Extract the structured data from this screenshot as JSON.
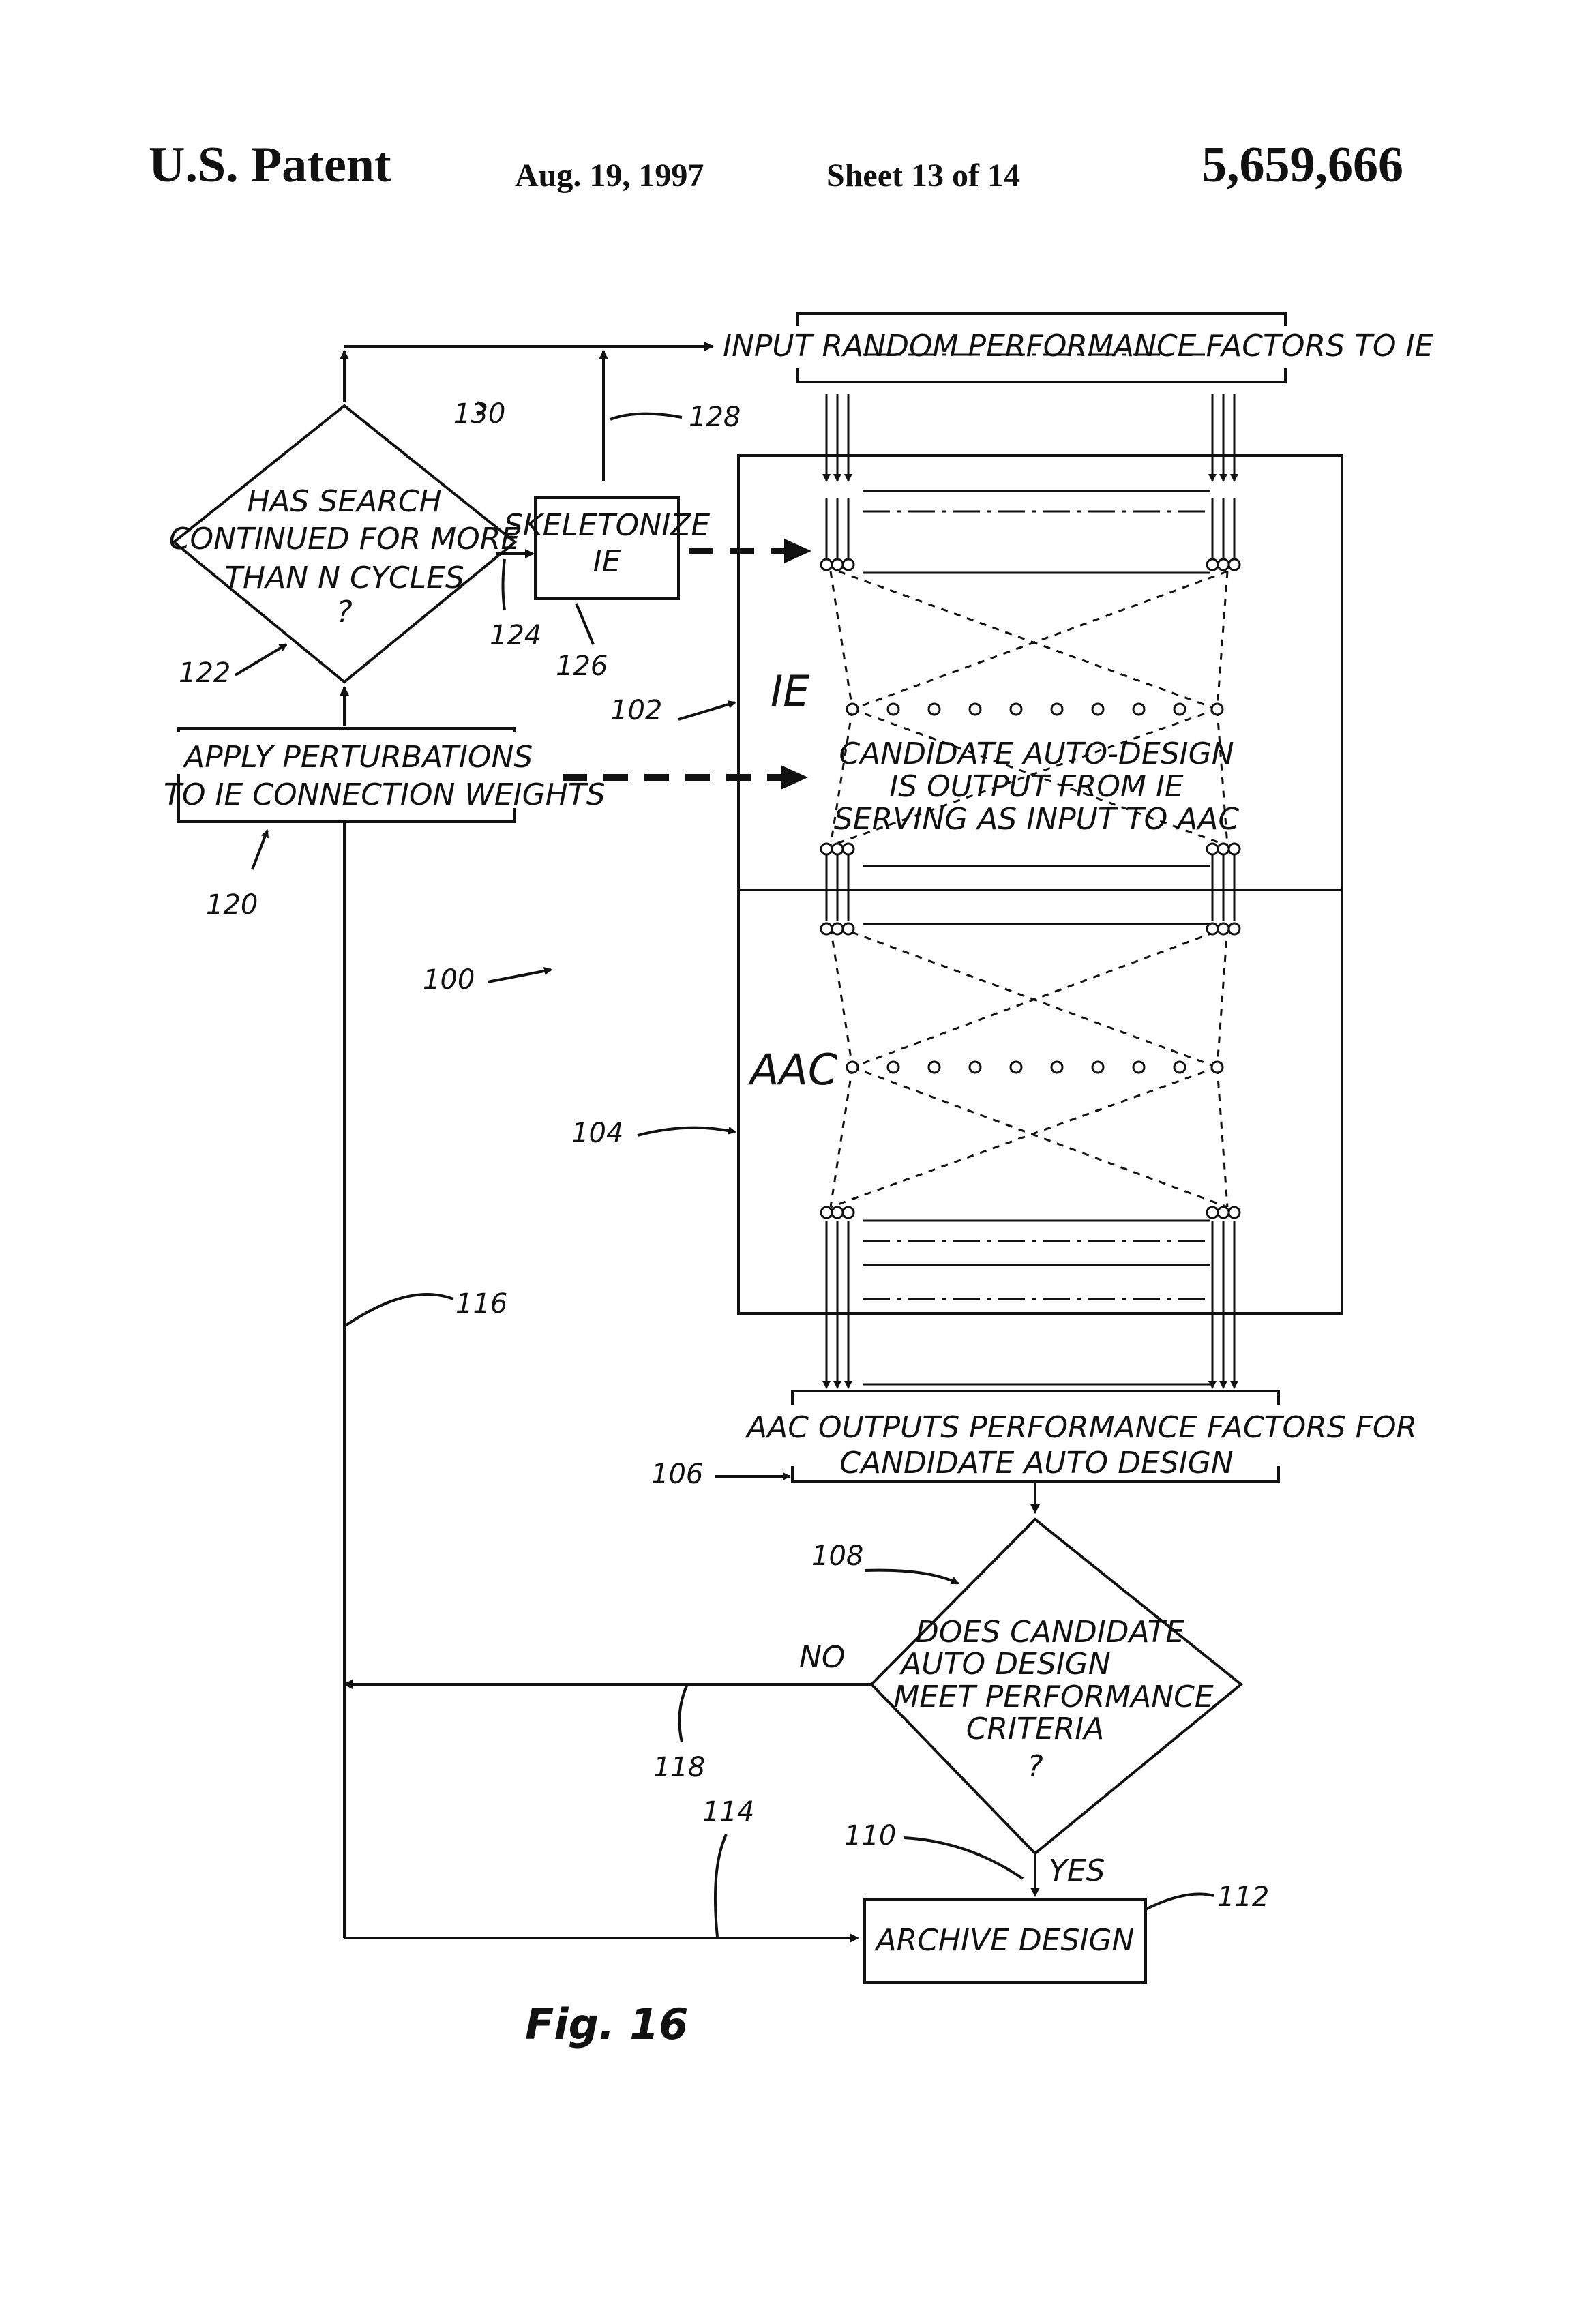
{
  "header": {
    "title": "U.S. Patent",
    "date": "Aug. 19, 1997",
    "sheet": "Sheet 13 of 14",
    "patent_number": "5,659,666"
  },
  "diagram": {
    "input_box": "INPUT RANDOM PERFORMANCE FACTORS TO IE",
    "decision_search": [
      "HAS SEARCH",
      "CONTINUED FOR MORE",
      "THAN N CYCLES",
      "?"
    ],
    "skeletonize": [
      "SKELETONIZE",
      "IE"
    ],
    "apply_box": [
      "APPLY PERTURBATIONS",
      "TO IE CONNECTION WEIGHTS"
    ],
    "ie_label": "IE",
    "aac_label": "AAC",
    "candidate_note": [
      "CANDIDATE AUTO-DESIGN",
      "IS OUTPUT FROM IE",
      "SERVING AS INPUT TO AAC"
    ],
    "output_box": [
      "AAC OUTPUTS PERFORMANCE FACTORS FOR",
      "CANDIDATE AUTO DESIGN"
    ],
    "decision_meet": [
      "DOES CANDIDATE",
      "AUTO DESIGN",
      "MEET PERFORMANCE",
      "CRITERIA",
      "?"
    ],
    "no_label": "NO",
    "yes_label": "YES",
    "archive": "ARCHIVE DESIGN",
    "refs": {
      "r100": "100",
      "r102": "102",
      "r104": "104",
      "r106": "106",
      "r108": "108",
      "r110": "110",
      "r112": "112",
      "r114": "114",
      "r116": "116",
      "r118": "118",
      "r120": "120",
      "r122": "122",
      "r124": "124",
      "r126": "126",
      "r128": "128",
      "r130": "130"
    },
    "figure_label": "Fig. 16"
  }
}
